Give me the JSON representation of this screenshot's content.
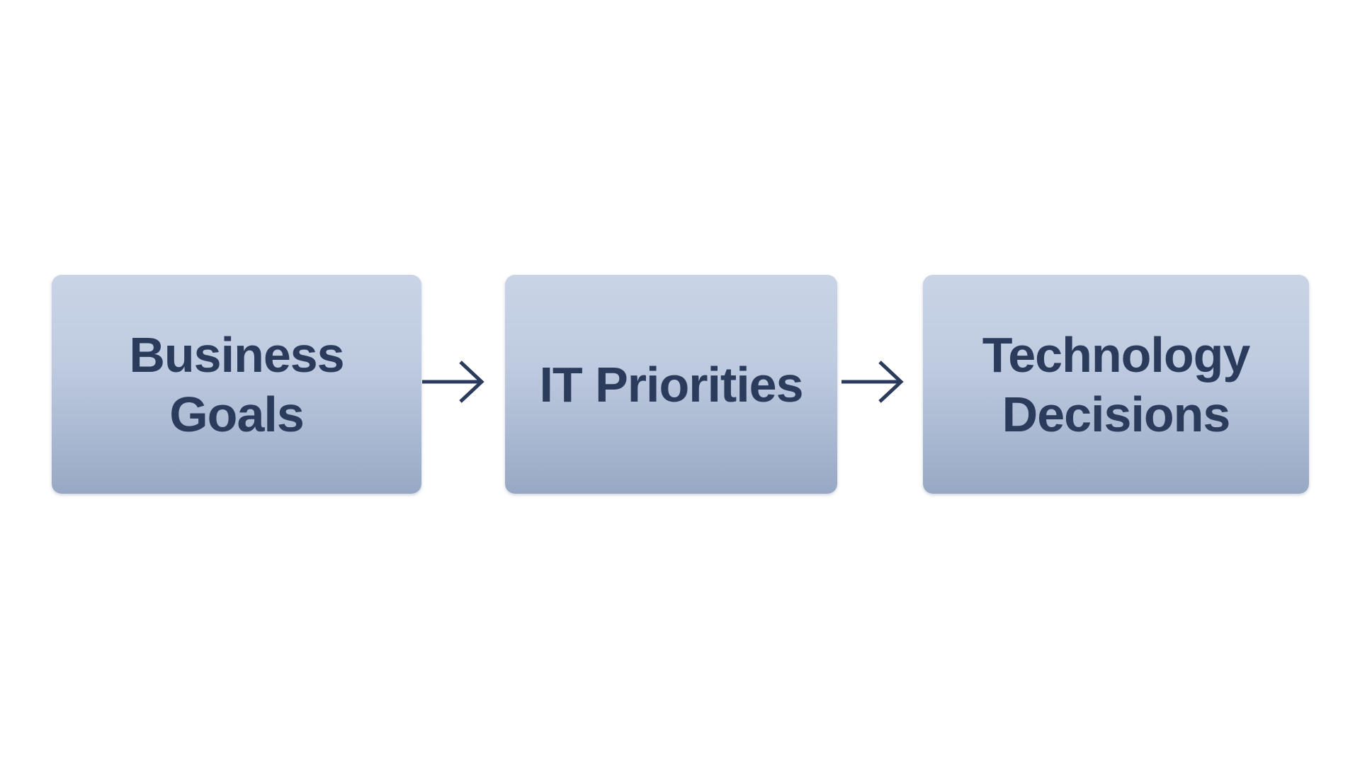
{
  "diagram": {
    "steps": [
      {
        "label": "Business\nGoals"
      },
      {
        "label": "IT Priorities"
      },
      {
        "label": "Technology\nDecisions"
      }
    ],
    "colors": {
      "box_top": "#c9d4e6",
      "box_bottom": "#97a8c4",
      "text": "#2b3b5c",
      "arrow": "#2b3b5c"
    }
  }
}
